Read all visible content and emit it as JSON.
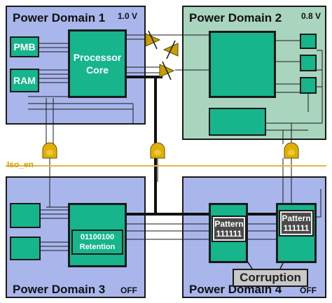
{
  "domains": {
    "pd1": {
      "title": "Power Domain 1",
      "voltage": "1.0 V"
    },
    "pd2": {
      "title": "Power Domain 2",
      "voltage": "0.8 V"
    },
    "pd3": {
      "title": "Power Domain 3",
      "status": "OFF"
    },
    "pd4": {
      "title": "Power Domain 4",
      "status": "OFF"
    }
  },
  "blocks": {
    "pmb": "PMB",
    "ram": "RAM",
    "processor_line1": "Processor",
    "processor_line2": "Core",
    "retention_line1": "01100100",
    "retention_line2": "Retention",
    "pattern_a_line1": "Pattern",
    "pattern_a_line2": "111111",
    "pattern_b_line1": "Pattern",
    "pattern_b_line2": "111111"
  },
  "labels": {
    "iso_en": "Iso_en",
    "corruption": "Corruption"
  },
  "colors": {
    "domain_blue": "#a9b6ec",
    "domain_green": "#a9d4be",
    "block_green": "#16b58c",
    "isolation_gold": "#e0b000",
    "iso_line": "#e8b34a"
  }
}
